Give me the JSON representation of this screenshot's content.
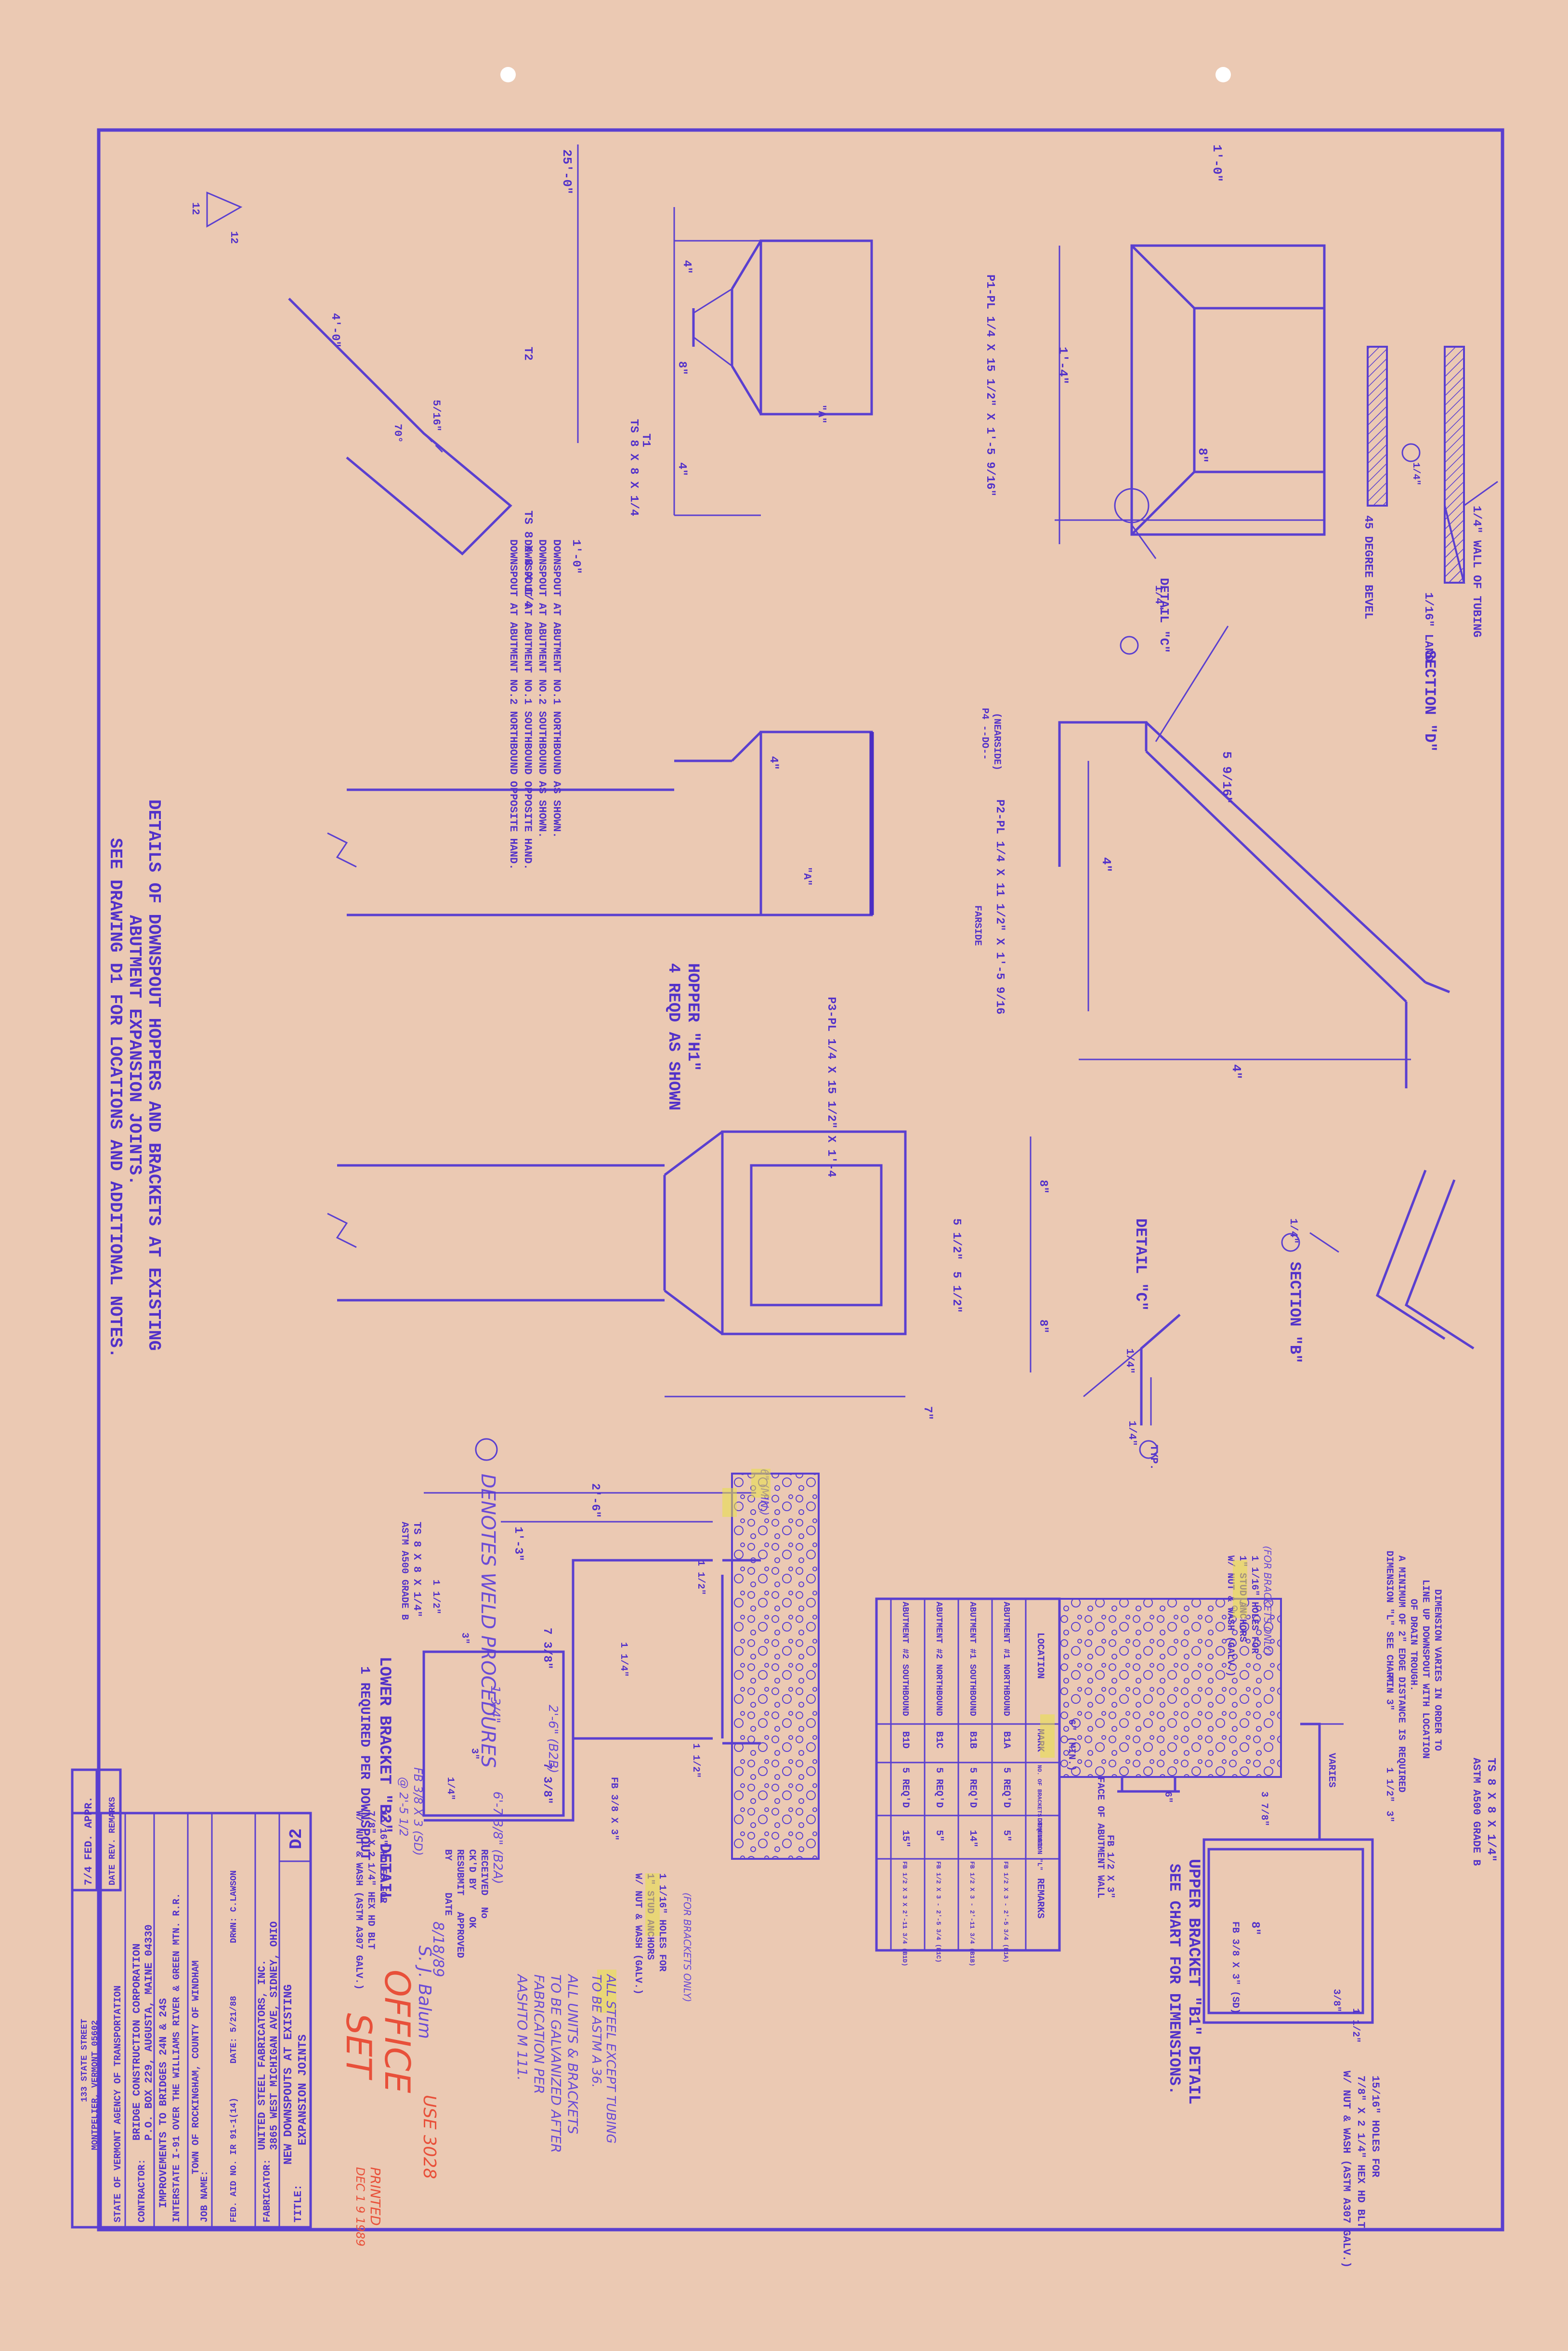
{
  "section_d": {
    "title": "SECTION \"D\"",
    "wall": "1/4\" WALL OF TUBING",
    "land": "1/16\" LAND",
    "bevel": "45 DEGREE BEVEL",
    "weld": "1/4\""
  },
  "detail_c_ref": "DETAIL \"C\"",
  "section_a": {
    "title": "SECTION \"A\"",
    "dim_left": "5 9/16\"",
    "dim_4": "4\"",
    "dim_4b": "4\"",
    "weld": "1/4\""
  },
  "section_b": {
    "title": "SECTION \"B\"",
    "weld": "1/4\""
  },
  "detail_c": {
    "title": "DETAIL \"C\"",
    "weld_a": "1/4\"",
    "weld_b": "1/4\"",
    "typ": "TYP."
  },
  "hopper": {
    "p1": "P1-PL 1/4 X 15 1/2\" X 1'-5 9/16\"",
    "p2": "P2-PL 1/4 X 11 1/2\" X 1'-5 9/16",
    "p2_note": "(NEARSIDE)",
    "p2_note2": "FARSIDE",
    "p2_do": "P4 --DO--",
    "p3": "P3-PL 1/4 X 15 1/2\" X 1'-4",
    "t1": "T1",
    "t1_size": "TS 8 X 8 X 1/4",
    "t2": "T2",
    "t2_size": "TS 8 X 8 X 1/4",
    "dim_1_0a": "1'-0\"",
    "dim_1_0b": "1'-0\"",
    "dim_1_4": "1'-4\"",
    "dim_4a": "4\"",
    "dim_8": "8\"",
    "dim_4b": "4\"",
    "dim_4c": "4\"",
    "dim_25_0": "25'-0\"",
    "dim_4_0": "4'-0\"",
    "dim_5_16": "5/16\"",
    "dim_70": "70°",
    "dim_8a": "8\"",
    "dim_8b": "8\"",
    "dim_5_12a": "5 1/2\"",
    "dim_5_12b": "5 1/2\"",
    "dim_7": "7\"",
    "slope_12a": "12",
    "slope_12b": "12",
    "sec_a_mark": "\"A\"",
    "sec_a_mark2": "\"A\"",
    "title": "HOPPER \"H1\"",
    "qty": "4 REQD AS SHOWN",
    "detail_c_label": "DETAIL \"C\""
  },
  "downspout_notes": [
    "DOWNSPOUT AT ABUTMENT NO.1 NORTHBOUND AS SHOWN.",
    "DOWNSPOUT AT ABUTMENT NO.2 SOUTHBOUND AS SHOWN.",
    "DOWNSPOUT AT ABUTMENT NO.1 SOUTHBOUND OPPOSITE HAND.",
    "DOWNSPOUT AT ABUTMENT NO.2 NORTHBOUND OPPOSITE HAND."
  ],
  "main_title": [
    "DETAILS OF DOWNSPOUT HOPPERS AND BRACKETS AT EXISTING",
    "ABUTMENT EXPANSION JOINTS.",
    "SEE DRAWING D1 FOR LOCATIONS AND ADDITIONAL NOTES."
  ],
  "weld_legend": "DENOTES WELD PROCEDURES",
  "upper_bracket": {
    "title": "UPPER BRACKET \"B1\" DETAIL",
    "subtitle": "SEE CHART FOR DIMENSIONS.",
    "tube": "TS 8 X 8 X 1/4\"",
    "astm": "ASTM A500 GRADE B",
    "holes": "15/16\" HOLES FOR",
    "bolt": "7/8\" X 2 1/4\" HEX HD BLT",
    "wash": "W/ NUT & WASH (ASTM A307 GALV.)",
    "dim_var": "DIMENSION VARIES IN ORDER TO",
    "dim_var2": "LINE UP DOWNSPOUT WITH LOCATION",
    "dim_var3": "OF DRAIN TROUGH.",
    "dim_var4": "A MINIMUM OF 2\" EDGE DISTANCE IS REQUIRED",
    "dim_l": "DIMENSION \"L\" SEE CHART",
    "min": "MIN 3\"",
    "varies": "VARIES",
    "face": "FACE OF ABUTMENT WALL",
    "fb1": "FB 1/2 X 3\"",
    "fb2": "FB 3/8 X 3\" (SD)",
    "h6": "6\"",
    "h1_2": "1 1/2\"",
    "h3_78": "3 7/8\"",
    "h3": "3\"",
    "h8": "8\"",
    "h3_8": "3/8\"",
    "h1_2b": "1 1/2\"",
    "min6": "6\" (MIN.)",
    "holes2": "1 1/16\" HOLES FOR",
    "anchor": "1\" STUD ANCHORS",
    "anchor2": "W/ NUT & WASH (GALV.)",
    "for_brk": "(FOR BRACKETS ONLY)"
  },
  "chart": {
    "headers": [
      "LOCATION",
      "MARK",
      "NO. OF BRACKETS REQUIRED",
      "DIMENSION \"L\"",
      "REMARKS"
    ],
    "rows": [
      [
        "ABUTMENT #1 NORTHBOUND",
        "B1A",
        "5 REQ'D",
        "5\"",
        "FB 1/2 X 3 - 2'-5 3/4 (B1A)"
      ],
      [
        "ABUTMENT #1 SOUTHBOUND",
        "B1B",
        "5 REQ'D",
        "14\"",
        "FB 1/2 X 3 - 2'-11 3/4 (B1B)"
      ],
      [
        "ABUTMENT #2 NORTHBOUND",
        "B1C",
        "5 REQ'D",
        "5\"",
        "FB 1/2 X 3 - 2'-5 3/4 (B1C)"
      ],
      [
        "ABUTMENT #2 SOUTHBOUND",
        "B1D",
        "5 REQ'D",
        "15\"",
        "FB 1/2 X 3 X 2'-11 3/4 (B1D)"
      ]
    ]
  },
  "lower_bracket": {
    "title": "LOWER BRACKET \"B2\" DETAIL",
    "subtitle": "1 REQUIRED PER DOWNSPOUT",
    "tube": "TS 8 X 8 X 1/4\"",
    "astm": "ASTM A500 GRADE B",
    "dim_2_6": "2'-6\"",
    "dim_1_3": "1'-3\"",
    "dim_7_38a": "7 3/8\"",
    "dim_7_38b": "7 3/8\"",
    "dim_1_12": "1 1/2\"",
    "dim_3": "3\"",
    "dim_3b": "3\"",
    "dim_1_12b": "1 1/2\"",
    "dim_1_12c": "1 1/2\"",
    "dim_1_4": "1/4\"",
    "dim_1_14": "1 1/4\"",
    "dim_1_34": "1 3/4\"",
    "dim_6_78": "6'-7 3/8\" (B2A)",
    "dim_2_6b": "2'-6\" (B2B)",
    "fb": "FB 3/8 X 3\"",
    "fb2": "FB 3/8 X 3 (SD)",
    "fb_spacing": "@ 2'-5 1/2",
    "holes": "15/16\" HOLES FOR",
    "bolt": "7/8\" X 2 1/4\" HEX HD BLT",
    "wash": "W/ NUT & WASH (ASTM A307 GALV.)",
    "min": "6\" (MIN.)",
    "anchor_holes": "1 1/16\" HOLES FOR",
    "anchor": "1\" STUD ANCHORS",
    "anchor2": "W/ NUT & WASH (GALV.)",
    "for_brk": "(FOR BRACKETS ONLY)"
  },
  "general_notes": [
    "ALL STEEL EXCEPT TUBING",
    "TO BE ASTM A 36.",
    "ALL UNITS & BRACKETS",
    "TO BE GALVANIZED AFTER",
    "FABRICATION PER",
    "AASHTO M 111."
  ],
  "stamp": {
    "received": "RECEIVED",
    "no": "No",
    "ckd": "CK'D BY",
    "resubmit": "RESUBMIT",
    "approved": "APPROVED",
    "by": "BY",
    "date": "DATE",
    "sig": "S. J. Balum",
    "date_val": "8/18/89",
    "ok": "OK"
  },
  "handwritten": {
    "office": "OFFICE",
    "set": "SET",
    "printed": "PRINTED",
    "printed_date": "DEC 1 9 1989",
    "file": "USE 3028"
  },
  "title_block": {
    "state": "STATE OF VERMONT AGENCY OF TRANSPORTATION",
    "street": "133 STATE STREET",
    "city": "MONTPELIER, VERMONT 05602",
    "contractor_label": "CONTRACTOR:",
    "contractor": "BRIDGE CONSTRUCTION CORPORATION",
    "contractor_addr": "P.O. BOX 229, AUGUSTA, MAINE 04330",
    "job_label": "JOB NAME:",
    "job": "IMPROVEMENTS TO BRIDGES 24N & 24S",
    "job2": "INTERSTATE I-91 OVER THE WILLIAMS RIVER & GREEN MTN. R.R.",
    "job3": "TOWN OF ROCKINGHAM, COUNTY OF WINDHAM",
    "fed": "FED. AID NO. IR 91-1(14)",
    "date": "DATE: 5/21/88",
    "drwn": "DRWN: C.LAWSON",
    "fab_label": "FABRICATOR:",
    "fab": "UNITED STEEL FABRICATORS, INC.",
    "fab_addr": "3865 WEST MICHIGAN AVE, SIDNEY, OHIO",
    "title_label": "TITLE:",
    "title": "NEW DOWNSPOUTS AT EXISTING",
    "title2": "EXPANSION JOINTS",
    "sheet": "D2",
    "rev_header": "DATE  REV.  REMARKS",
    "rev_row": "7/4  FED. APPR."
  },
  "colors": {
    "paper": "#ebc9b3",
    "ink": "#5a3fd0",
    "red": "#e8503a",
    "highlight": "#e8e046"
  }
}
